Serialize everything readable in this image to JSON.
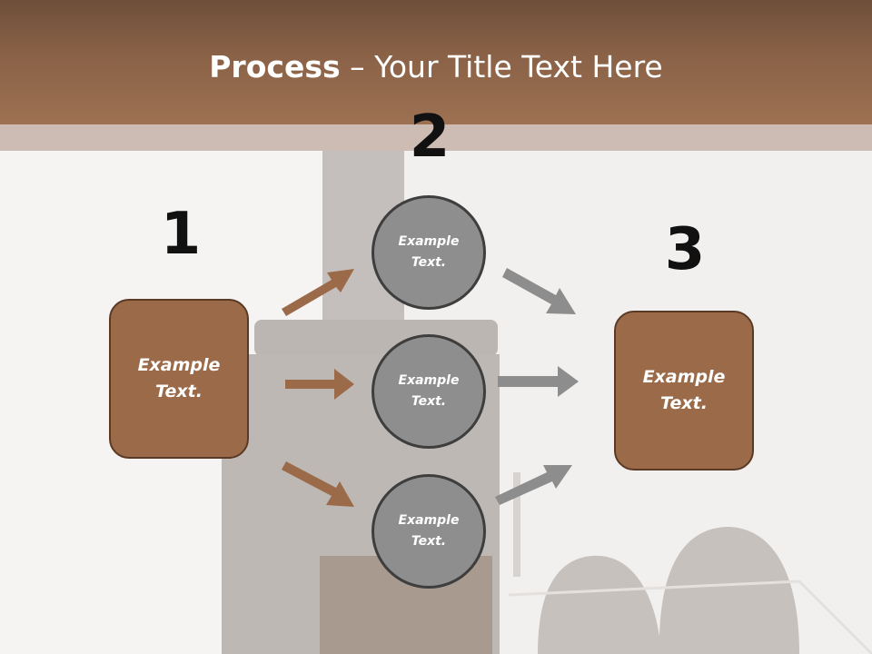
{
  "title": {
    "bold": "Process",
    "rest": " – Your Title Text Here"
  },
  "steps": {
    "one": {
      "number": "1",
      "text": "Example\nText."
    },
    "two": {
      "number": "2"
    },
    "three": {
      "number": "3",
      "text": "Example\nText."
    }
  },
  "circles": [
    {
      "text": "Example\nText."
    },
    {
      "text": "Example\nText."
    },
    {
      "text": "Example\nText."
    }
  ],
  "colors": {
    "brown": "#9b6a49",
    "grey": "#8e8e8e",
    "brown_arrow": "#9b6a49",
    "grey_arrow": "#8d8d8d"
  }
}
